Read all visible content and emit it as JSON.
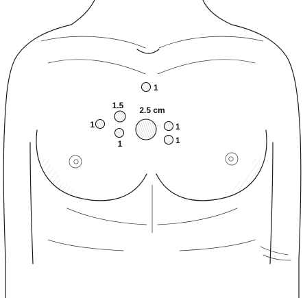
{
  "sites": [
    {
      "label": "1",
      "size_cm": 1
    },
    {
      "label": "1.5",
      "size_cm": 1.5
    },
    {
      "label": "1",
      "size_cm": 1
    },
    {
      "label": "1",
      "size_cm": 1
    },
    {
      "label": "2.5 cm",
      "size_cm": 2.5
    },
    {
      "label": "1",
      "size_cm": 1
    },
    {
      "label": "1",
      "size_cm": 1
    }
  ],
  "colors": {
    "line": "#1a1a1a",
    "hatch": "#444444",
    "fill": "#ffffff"
  },
  "icons": [
    "hatched-circle-marker"
  ]
}
